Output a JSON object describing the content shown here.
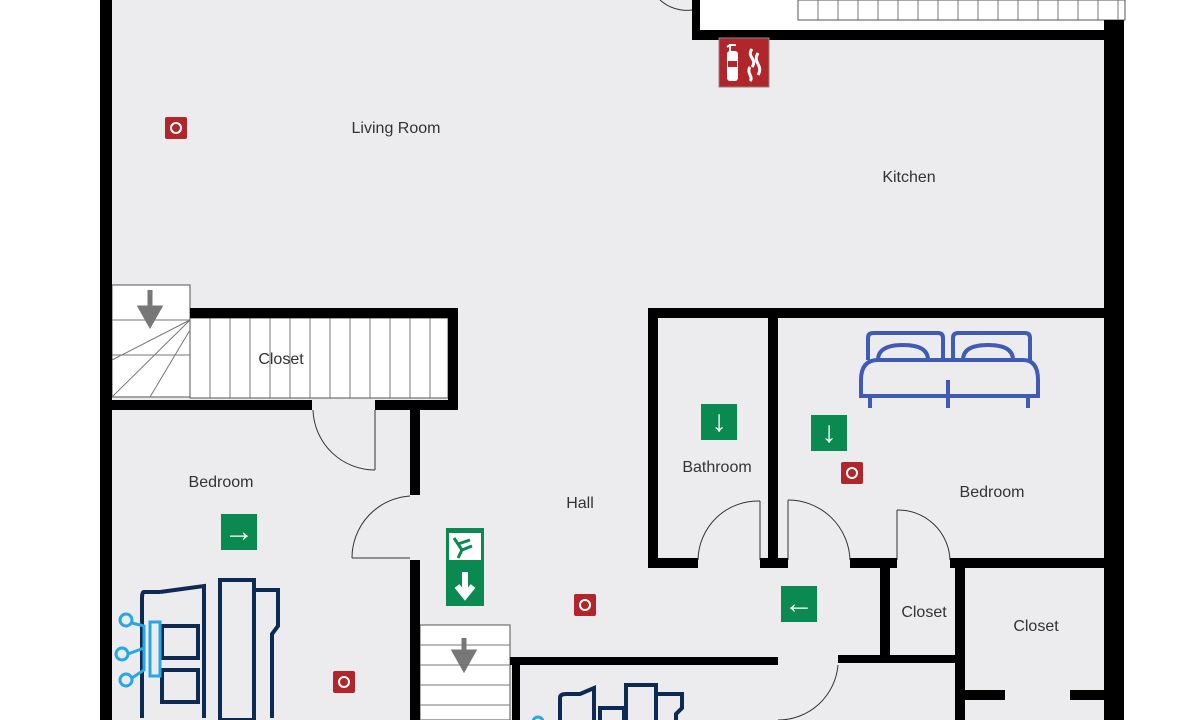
{
  "rooms": {
    "living_room": "Living Room",
    "kitchen": "Kitchen",
    "closet_stairs": "Closet",
    "bedroom_left": "Bedroom",
    "hall": "Hall",
    "bathroom": "Bathroom",
    "bedroom_right": "Bedroom",
    "closet_small": "Closet",
    "closet_right": "Closet"
  },
  "icons": {
    "fire_alarm": "fire-alarm-icon",
    "exit_arrow": "exit-arrow-icon",
    "fire_extinguisher": "fire-extinguisher-icon",
    "emergency_exit": "emergency-exit-icon",
    "bed": "bed-icon"
  },
  "colors": {
    "exit_green": "#0a8a50",
    "alarm_red": "#b0262a",
    "bed_blue": "#3f5bb5",
    "bed_navy": "#0d2a55",
    "bed_cyan": "#29a8e0"
  }
}
